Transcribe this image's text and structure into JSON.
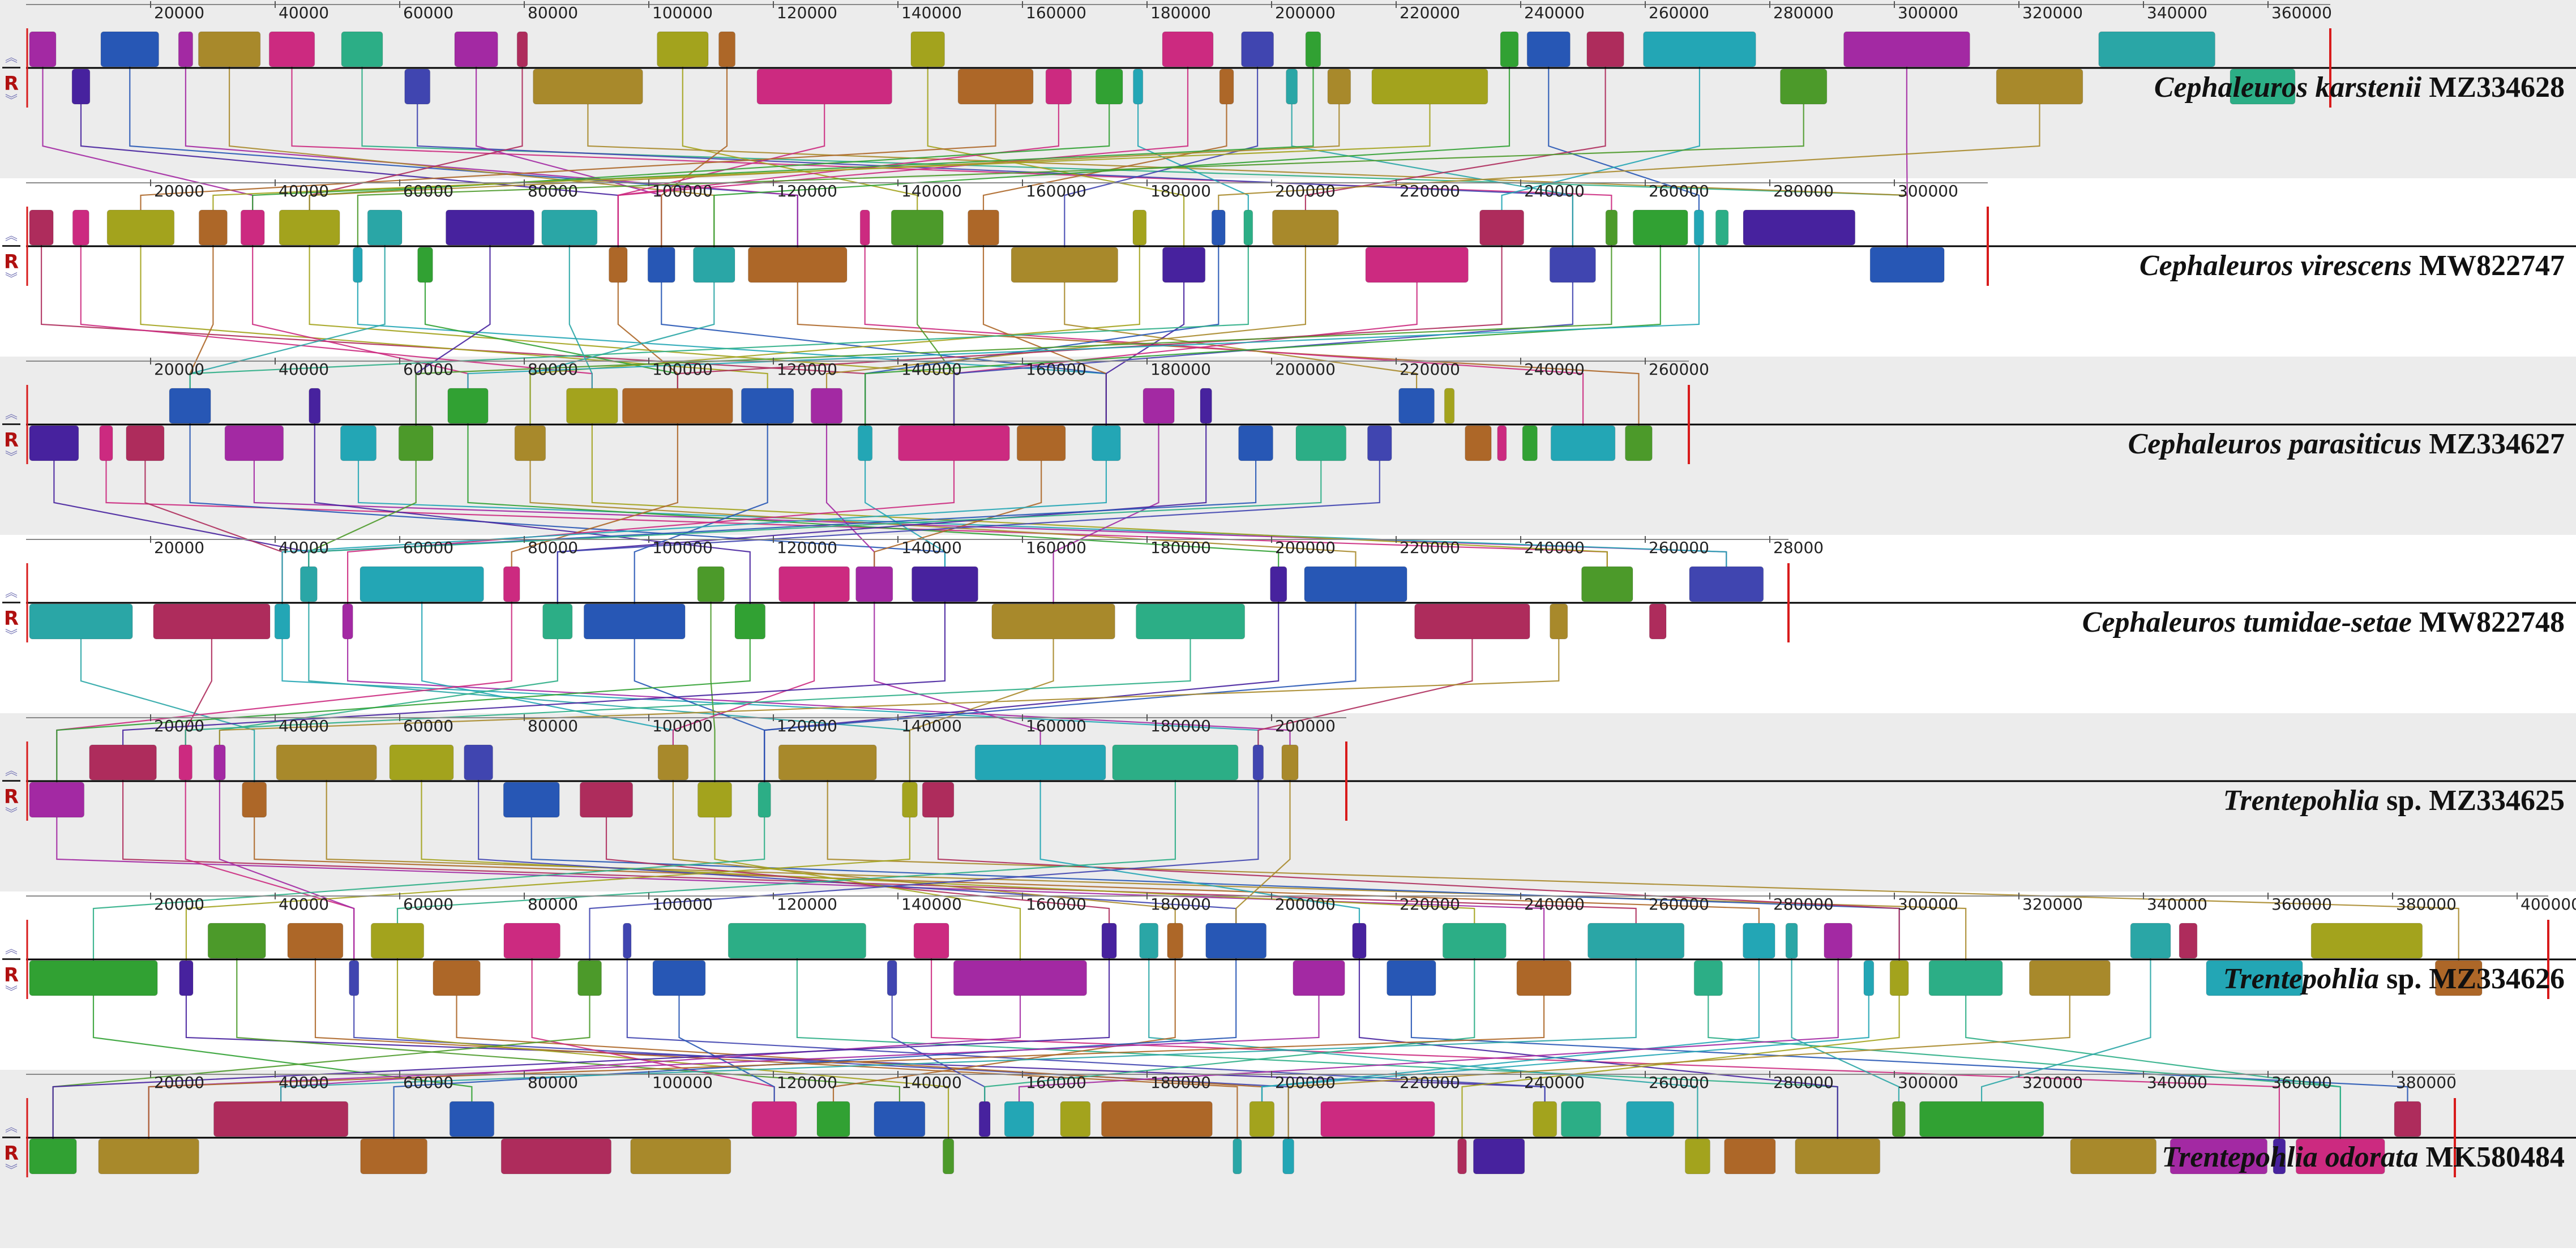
{
  "app": {
    "title": "Mauve progressiveMauve genome alignment viewer"
  },
  "controls": {
    "up_glyph": "︽",
    "down_glyph": "︾",
    "reverse_label": "R"
  },
  "colors": {
    "panel_odd": "#ececec",
    "panel_even": "#ffffff",
    "end_marker": "#d81b1b",
    "axis": "#000000",
    "block_palette": [
      "#a3a31d",
      "#a329a3",
      "#2cae86",
      "#ae2c5c",
      "#31a133",
      "#ad6728",
      "#47229e",
      "#4045b0",
      "#23a6b5",
      "#a8892b",
      "#2757b5",
      "#cc2a80",
      "#2aa6a6",
      "#4c9a2a"
    ]
  },
  "genomes": [
    {
      "genus": "Cephaleuros",
      "species": "karstenii",
      "accession": "MZ334628",
      "rank": "",
      "length": 370000,
      "ticks": [
        "20000",
        "40000",
        "60000",
        "80000",
        "100000",
        "120000",
        "140000",
        "160000",
        "180000",
        "200000",
        "220000",
        "240000",
        "260000",
        "280000",
        "300000",
        "320000",
        "340000",
        "360000"
      ]
    },
    {
      "genus": "Cephaleuros",
      "species": "virescens",
      "accession": "MW822747",
      "rank": "",
      "length": 315000,
      "ticks": [
        "20000",
        "40000",
        "60000",
        "80000",
        "100000",
        "120000",
        "140000",
        "160000",
        "180000",
        "200000",
        "220000",
        "240000",
        "260000",
        "280000",
        "300000"
      ]
    },
    {
      "genus": "Cephaleuros",
      "species": "parasiticus",
      "accession": "MZ334627",
      "rank": "",
      "length": 267000,
      "ticks": [
        "20000",
        "40000",
        "60000",
        "80000",
        "100000",
        "120000",
        "140000",
        "160000",
        "180000",
        "200000",
        "220000",
        "240000",
        "260000"
      ]
    },
    {
      "genus": "Cephaleuros",
      "species": "tumidae-setae",
      "accession": "MW822748",
      "rank": "",
      "length": 283000,
      "ticks": [
        "20000",
        "40000",
        "60000",
        "80000",
        "100000",
        "120000",
        "140000",
        "160000",
        "180000",
        "200000",
        "220000",
        "240000",
        "260000",
        "28000"
      ]
    },
    {
      "genus": "Trentepohlia",
      "species": "",
      "rank": "sp.",
      "accession": "MZ334625",
      "length": 212000,
      "ticks": [
        "20000",
        "40000",
        "60000",
        "80000",
        "100000",
        "120000",
        "140000",
        "160000",
        "180000",
        "200000"
      ]
    },
    {
      "genus": "Trentepohlia",
      "species": "",
      "rank": "sp.",
      "accession": "MZ334626",
      "length": 405000,
      "ticks": [
        "20000",
        "40000",
        "60000",
        "80000",
        "100000",
        "120000",
        "140000",
        "160000",
        "180000",
        "200000",
        "220000",
        "240000",
        "260000",
        "280000",
        "300000",
        "320000",
        "340000",
        "360000",
        "380000",
        "400000"
      ]
    },
    {
      "genus": "Trentepohlia",
      "species": "odorata",
      "rank": "",
      "accession": "MK580484",
      "length": 390000,
      "ticks": [
        "20000",
        "40000",
        "60000",
        "80000",
        "100000",
        "120000",
        "140000",
        "160000",
        "180000",
        "200000",
        "220000",
        "240000",
        "260000",
        "280000",
        "300000",
        "320000",
        "340000",
        "360000",
        "380000"
      ]
    }
  ]
}
